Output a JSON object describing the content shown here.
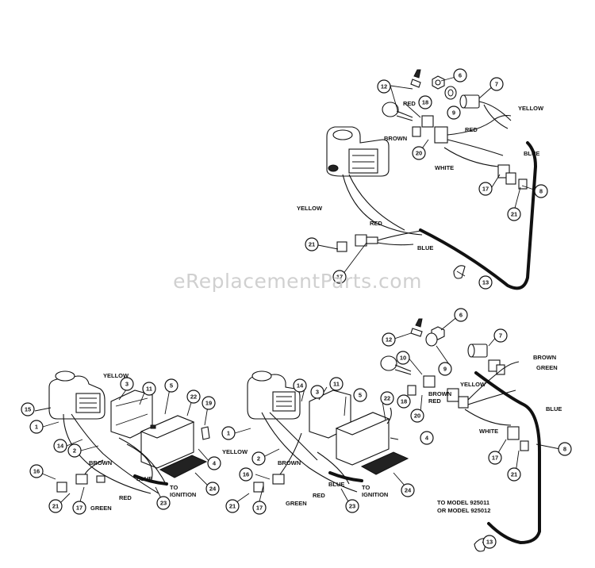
{
  "watermark": "eReplacementParts.com",
  "wire_colors": {
    "yellow": "YELLOW",
    "red": "RED",
    "brown": "BROWN",
    "blue": "BLUE",
    "white": "WHITE",
    "green": "GREEN"
  },
  "to_ignition": [
    "TO",
    "IGNITION"
  ],
  "model_note": [
    "TO MODEL 925011",
    "OR MODEL 925012"
  ],
  "callouts": {
    "c1": "1",
    "c2": "2",
    "c3": "3",
    "c4": "4",
    "c5": "5",
    "c6": "6",
    "c7": "7",
    "c8": "8",
    "c9": "9",
    "c10": "10",
    "c11": "11",
    "c12": "12",
    "c13": "13",
    "c14": "14",
    "c15": "15",
    "c16": "16",
    "c17": "17",
    "c18": "18",
    "c19": "19",
    "c20": "20",
    "c21": "21",
    "c22": "22",
    "c23": "23",
    "c24": "24"
  }
}
